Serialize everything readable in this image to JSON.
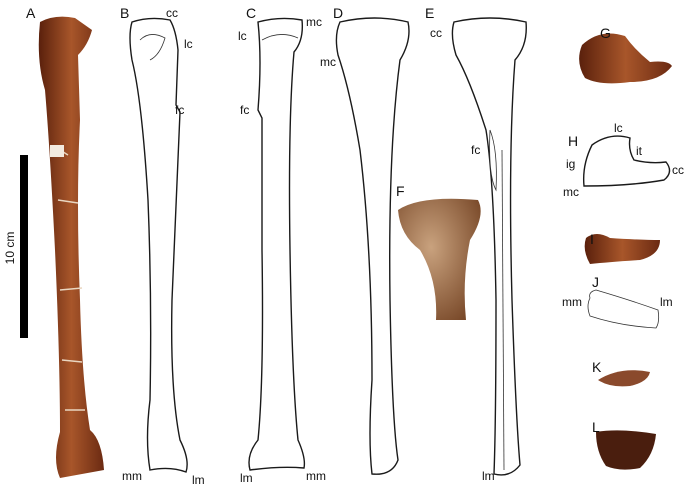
{
  "panels": {
    "A": "A",
    "B": "B",
    "C": "C",
    "D": "D",
    "E": "E",
    "F": "F",
    "G": "G",
    "H": "H",
    "I": "I",
    "J": "J",
    "K": "K",
    "L": "L"
  },
  "scale_bar": {
    "label": "10 cm"
  },
  "labels": {
    "B": {
      "cc": "cc",
      "lc": "lc",
      "fc": "fc",
      "mm": "mm",
      "lm": "lm"
    },
    "C": {
      "lc": "lc",
      "mc": "mc",
      "fc": "fc",
      "lm": "lm",
      "mm": "mm"
    },
    "D": {
      "mc": "mc"
    },
    "E": {
      "cc": "cc",
      "fc": "fc",
      "lm": "lm"
    },
    "H": {
      "lc": "lc",
      "ig": "ig",
      "it": "it",
      "cc": "cc",
      "mc": "mc"
    },
    "J": {
      "mm": "mm",
      "lm": "lm"
    }
  },
  "colors": {
    "bone_dark": "#6b2a12",
    "bone_mid": "#9a4a24",
    "bone_light": "#c98a5a",
    "outline": "#1a1a1a"
  }
}
